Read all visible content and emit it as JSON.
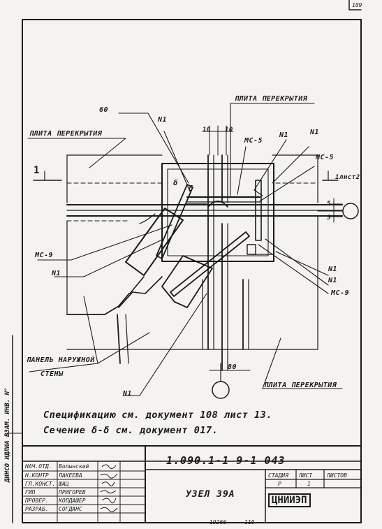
{
  "drawing": {
    "labels": {
      "dim_60": "60",
      "n1_top": "N1",
      "plita_top": "ПЛИТА ПЕРЕКРЫТИЯ",
      "dim_10a": "10",
      "dim_10b": "10",
      "ms5_top": "МС-5",
      "n1_top_right": "N1",
      "ms5_right": "МС-5",
      "plita_left": "ПЛИТА ПЕРЕКРЫТИЯ",
      "section_num": "1",
      "sheet_ref": "1лист2",
      "delta_a": "δ",
      "delta_b": "δ",
      "dim_5a": "5",
      "dim_5b": "5",
      "ms9_left": "МС-9",
      "n1_left": "N1",
      "n1_right_a": "N1",
      "n1_right_b": "N1",
      "ms9_right": "МС-9",
      "panel": "ПАНЕЛЬ НАРУЖНОЙ",
      "panel_2": "СТЕНЫ",
      "dim_80": "80",
      "n1_bottom": "N1",
      "plita_bottom": "ПЛИТА ПЕРЕКРЫТИЯ"
    }
  },
  "spec": {
    "line1": "Спецификацию  см. документ 108 лист 13.",
    "line2": "Сечение   δ-δ  см. документ 017."
  },
  "side_stamp": {
    "text": "ДИНСО ИДЛИА  ВЗАМ. ИНВ. N°"
  },
  "title_block": {
    "rows": [
      {
        "role": "НАЧ.ОТД.",
        "name": "Волынский"
      },
      {
        "role": "Н.КОНТР",
        "name": "ЛАКЕЕВА"
      },
      {
        "role": "ГЛ.КОНСТ.",
        "name": "ШАЦ"
      },
      {
        "role": "ГИП",
        "name": "ПРИГОРЕВ"
      },
      {
        "role": "ПРОВЕР.",
        "name": "КОЛДАШЕР"
      },
      {
        "role": "РАЗРАБ.",
        "name": "СОГДАНС"
      }
    ],
    "designation": "1.090.1-1   9-1   043",
    "title": "УЗЕЛ 39А",
    "stage_header": "СТАДИЯ",
    "sheet_header": "ЛИСТ",
    "sheets_header": "ЛИСТОВ",
    "stage": "Р",
    "sheet": "1",
    "org": "ЦНИИЭП",
    "footer_num": "19266",
    "footer_sheet": "110",
    "corner": "109"
  }
}
